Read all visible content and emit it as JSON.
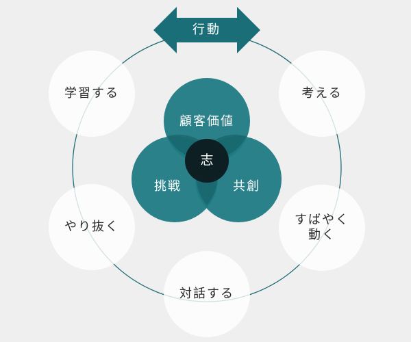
{
  "banner": {
    "label": "行動"
  },
  "core": {
    "label": "志"
  },
  "inner_circles": [
    {
      "label": "顧客価値"
    },
    {
      "label": "挑戦"
    },
    {
      "label": "共創"
    }
  ],
  "outer_circles": [
    {
      "label": "学習する"
    },
    {
      "label": "考える"
    },
    {
      "label": "やり抜く"
    },
    {
      "label": "すばやく\n動く"
    },
    {
      "label": "対話する"
    }
  ],
  "colors": {
    "background": "#efefef",
    "teal": "#1f7a83",
    "teal_dark": "#155b63",
    "core": "#0d1f22",
    "ring": "#1f6c75",
    "outer_fill": "#ffffff"
  }
}
